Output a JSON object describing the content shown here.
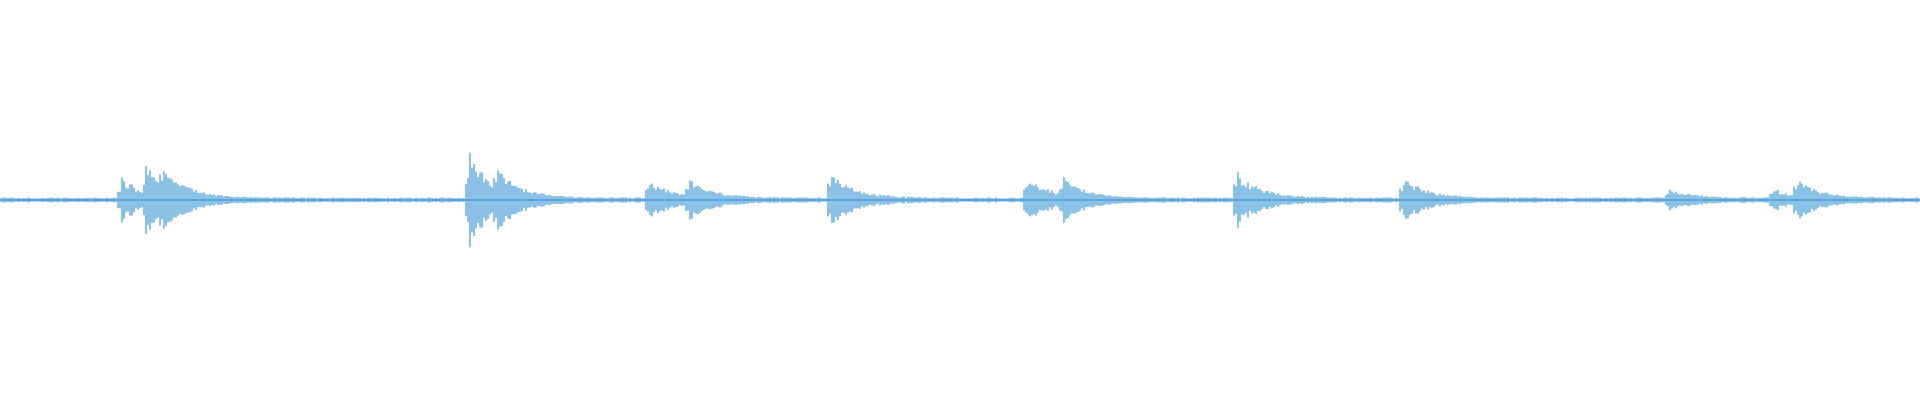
{
  "waveform": {
    "color": "#5aa6dc",
    "bursts": [
      {
        "at": 0.063,
        "amp": 0.18
      },
      {
        "at": 0.076,
        "amp": 0.22
      },
      {
        "at": 0.085,
        "amp": 0.16
      },
      {
        "at": 0.244,
        "amp": 0.42
      },
      {
        "at": 0.259,
        "amp": 0.16
      },
      {
        "at": 0.338,
        "amp": 0.16
      },
      {
        "at": 0.359,
        "amp": 0.14
      },
      {
        "at": 0.433,
        "amp": 0.24
      },
      {
        "at": 0.535,
        "amp": 0.18
      },
      {
        "at": 0.554,
        "amp": 0.14
      },
      {
        "at": 0.644,
        "amp": 0.24
      },
      {
        "at": 0.731,
        "amp": 0.18
      },
      {
        "at": 0.869,
        "amp": 0.08
      },
      {
        "at": 0.923,
        "amp": 0.08
      },
      {
        "at": 0.936,
        "amp": 0.14
      }
    ]
  }
}
